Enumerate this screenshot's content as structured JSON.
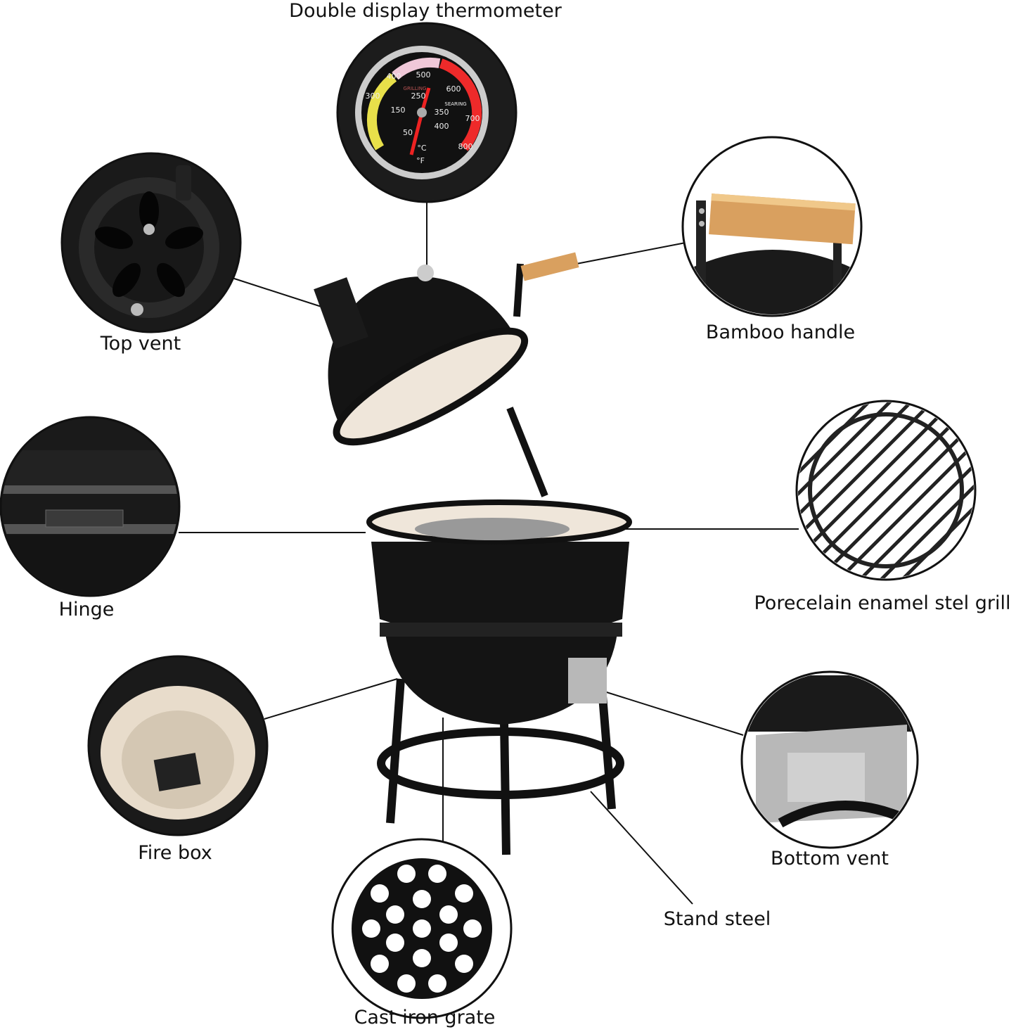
{
  "labels": {
    "thermometer": "Double display thermometer",
    "top_vent": "Top vent",
    "bamboo_handle": "Bamboo handle",
    "hinge": "Hinge",
    "grill": "Porecelain enamel stel grill",
    "fire_box": "Fire box",
    "bottom_vent": "Bottom vent",
    "stand_steel": "Stand steel",
    "cast_iron_grate": "Cast iron grate"
  },
  "thermometer_dial": {
    "fahrenheit_ticks": [
      "300",
      "400",
      "500",
      "600",
      "700",
      "800"
    ],
    "celsius_ticks": [
      "50",
      "150",
      "250",
      "350",
      "400"
    ],
    "zones": [
      "GRILLING",
      "SEARING"
    ],
    "units": [
      "°C",
      "°F"
    ]
  },
  "colors": {
    "grill_body": "#141414",
    "ceramic": "#efe6da",
    "bamboo": "#d9a05f",
    "steel": "#b8b8b8"
  }
}
